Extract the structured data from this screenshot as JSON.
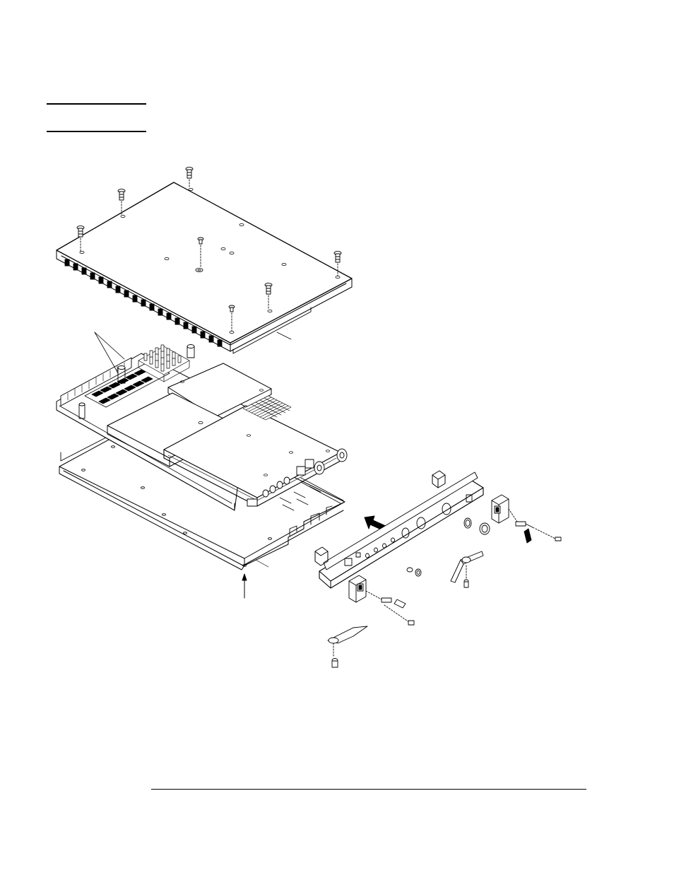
{
  "document": {
    "type": "exploded-assembly-diagram",
    "header_rules": 2,
    "footer_rule": 1
  },
  "parts": [
    {
      "id": "top-cover",
      "label": ""
    },
    {
      "id": "module-board-assembly",
      "label": ""
    },
    {
      "id": "bottom-cover",
      "label": ""
    },
    {
      "id": "front-bracket",
      "label": ""
    },
    {
      "id": "right-connector-block",
      "label": ""
    },
    {
      "id": "left-connector-block",
      "label": ""
    },
    {
      "id": "ejector-lever-upper",
      "label": ""
    },
    {
      "id": "ejector-lever-lower",
      "label": ""
    }
  ],
  "colors": {
    "line": "#000000",
    "background": "#ffffff"
  }
}
